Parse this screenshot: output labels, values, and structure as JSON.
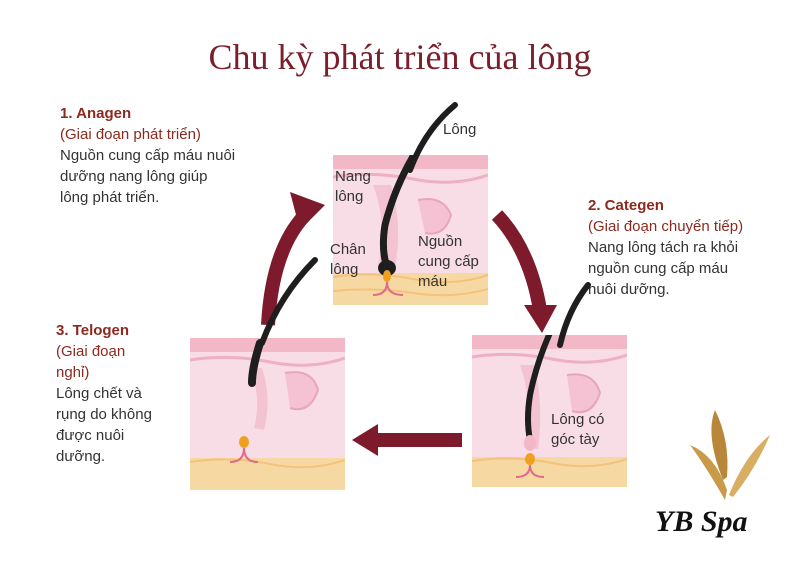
{
  "title": "Chu kỳ phát triển của lông",
  "stages": {
    "anagen": {
      "title": "1. Anagen",
      "subtitle": "(Giai đoạn phát triển)",
      "desc_lines": [
        "Nguồn cung cấp máu nuôi",
        "dưỡng nang lông giúp",
        "lông phát triển."
      ]
    },
    "categen": {
      "title": "2. Categen",
      "subtitle": "(Giai đoạn chuyển tiếp)",
      "desc_lines": [
        "Nang lông tách ra khỏi",
        "nguồn cung cấp máu",
        "nuôi dưỡng."
      ]
    },
    "telogen": {
      "title": "3. Telogen",
      "subtitle_lines": [
        "(Giai đoạn",
        "nghỉ)"
      ],
      "desc_lines": [
        "Lông chết và",
        "rụng do không",
        "được nuôi",
        "dưỡng."
      ]
    }
  },
  "panel_labels": {
    "hair": "Lông",
    "follicle": [
      "Nang",
      "lông"
    ],
    "root": [
      "Chân",
      "lông"
    ],
    "blood": [
      "Nguồn",
      "cung cấp",
      "máu"
    ],
    "club": [
      "Lông có",
      "góc tày"
    ]
  },
  "brand": "YB Spa",
  "colors": {
    "title": "#7a1f2b",
    "stage_heading": "#8b2a1f",
    "arrow": "#7d1a2c",
    "skin_top": "#f2b8c8",
    "skin_body": "#f9dde6",
    "fat_layer": "#f6d9a2",
    "hair": "#1e1e1e",
    "logo_gold": "#c89a4a"
  },
  "icons": [
    "cycle-arrow-icon",
    "butterfly-logo-icon"
  ]
}
